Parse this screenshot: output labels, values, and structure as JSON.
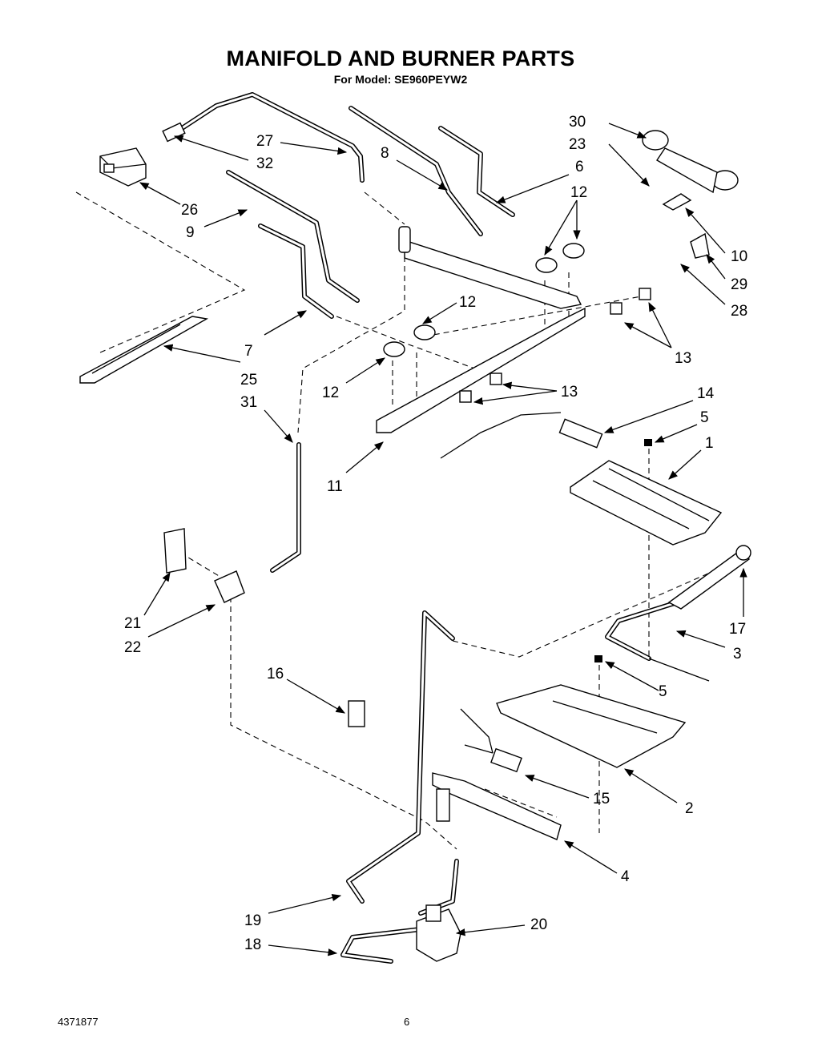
{
  "title": "MANIFOLD AND BURNER PARTS",
  "subtitle": "For Model: SE960PEYW2",
  "doc_number": "4371877",
  "page_number": "6",
  "part_labels": [
    "1",
    "2",
    "3",
    "4",
    "5",
    "5",
    "6",
    "7",
    "8",
    "9",
    "10",
    "11",
    "12",
    "12",
    "12",
    "13",
    "13",
    "14",
    "15",
    "16",
    "17",
    "18",
    "19",
    "20",
    "21",
    "22",
    "23",
    "25",
    "26",
    "27",
    "28",
    "29",
    "30",
    "31",
    "32"
  ]
}
